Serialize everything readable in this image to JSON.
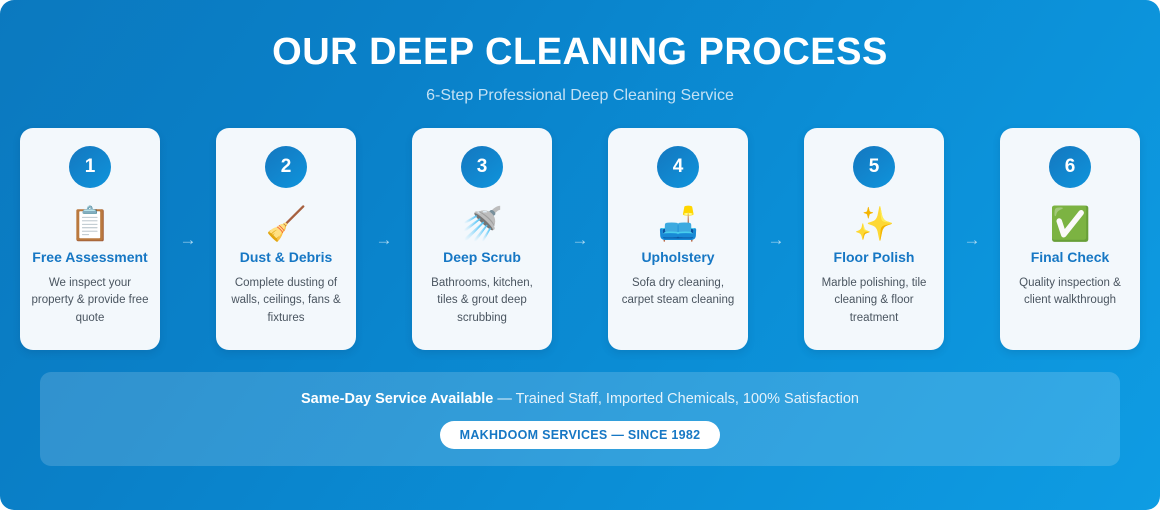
{
  "header": {
    "title": "OUR DEEP CLEANING PROCESS",
    "subtitle": "6-Step Professional Deep Cleaning Service"
  },
  "steps": [
    {
      "number": "1",
      "icon": "clipboard-icon",
      "glyph": "📋",
      "title": "Free Assessment",
      "description": "We inspect your property & provide free quote"
    },
    {
      "number": "2",
      "icon": "broom-icon",
      "glyph": "🧹",
      "title": "Dust & Debris",
      "description": "Complete dusting of walls, ceilings, fans & fixtures"
    },
    {
      "number": "3",
      "icon": "shower-head-icon",
      "glyph": "🚿",
      "title": "Deep Scrub",
      "description": "Bathrooms, kitchen, tiles & grout deep scrubbing"
    },
    {
      "number": "4",
      "icon": "couch-and-lamp-icon",
      "glyph": "🛋️",
      "title": "Upholstery",
      "description": "Sofa dry cleaning, carpet steam cleaning"
    },
    {
      "number": "5",
      "icon": "sparkles-icon",
      "glyph": "✨",
      "title": "Floor Polish",
      "description": "Marble polishing, tile cleaning & floor treatment"
    },
    {
      "number": "6",
      "icon": "check-mark-button-icon",
      "glyph": "✅",
      "title": "Final Check",
      "description": "Quality inspection & client walkthrough"
    }
  ],
  "connector": {
    "glyph": "→",
    "icon": "arrow-right-icon"
  },
  "footer": {
    "highlight": "Same-Day Service Available",
    "tagline": " — Trained Staff, Imported Chemicals, 100% Satisfaction",
    "pill_label": "MAKHDOOM SERVICES — SINCE 1982"
  },
  "colors": {
    "background_start": "#0b79bf",
    "background_end": "#0e9ce3",
    "badge_start": "#1477bf",
    "badge_end": "#0f94dc",
    "card_background": "#f3f8fc",
    "card_title": "#1677c4",
    "card_description": "#4a5560",
    "subtitle": "#c3e1f4",
    "arrow": "#a8d6f0",
    "pill_text": "#1677c4"
  }
}
